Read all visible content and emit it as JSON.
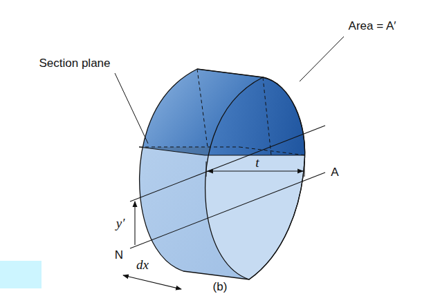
{
  "diagram": {
    "labels": [
      "Section plane",
      "Area = A′",
      "t",
      "A",
      "y′",
      "N",
      "dx",
      "(b)"
    ]
  }
}
